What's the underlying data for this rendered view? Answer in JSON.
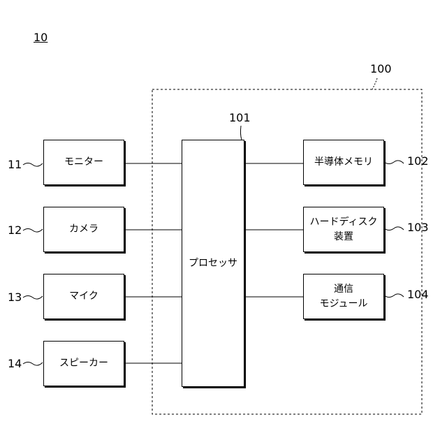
{
  "figure_number": "10",
  "system_label": "100",
  "processor": {
    "ref": "101",
    "label": "プロセッサ"
  },
  "inputs": [
    {
      "ref": "11",
      "label": "モニター"
    },
    {
      "ref": "12",
      "label": "カメラ"
    },
    {
      "ref": "13",
      "label": "マイク"
    },
    {
      "ref": "14",
      "label": "スピーカー"
    }
  ],
  "outputs": [
    {
      "ref": "102",
      "line1": "半導体メモリ",
      "line2": ""
    },
    {
      "ref": "103",
      "line1": "ハードディスク",
      "line2": "装置"
    },
    {
      "ref": "104",
      "line1": "通信",
      "line2": "モジュール"
    }
  ]
}
